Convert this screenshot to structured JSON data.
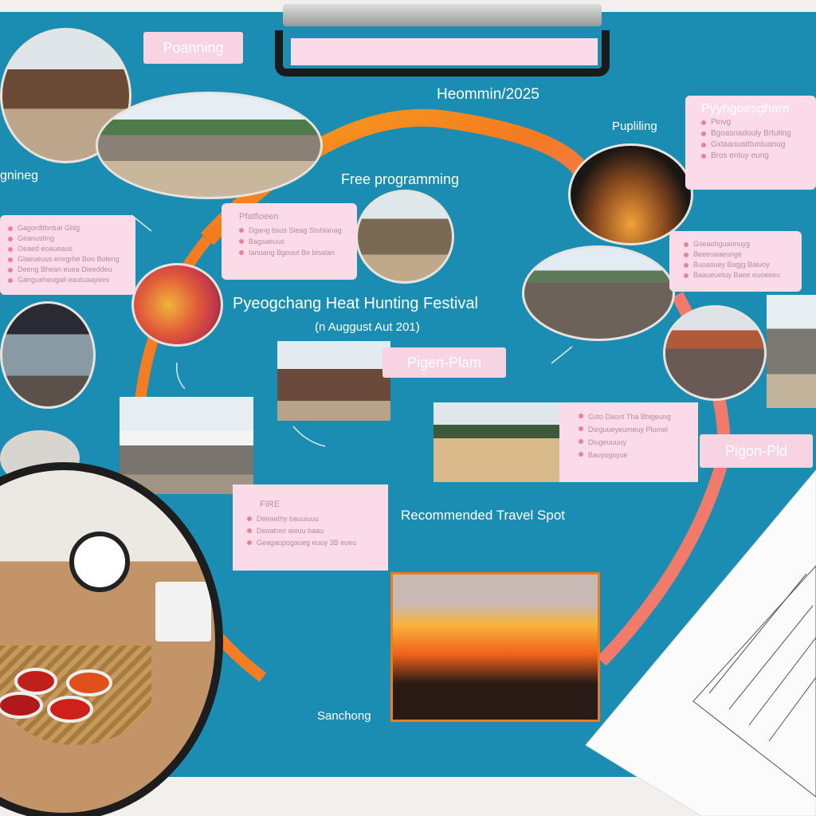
{
  "title": "Pyeogchang Heat Hunting Festival",
  "subtitle": "(n Auggust Aut 201)",
  "header_label": "Heommin/2025",
  "labels": {
    "poanning": "Poanning",
    "pupliling": "Pupliling",
    "free_programming": "Free programming",
    "gnineg": "gnineg",
    "recommended": "Recommended Travel Spot",
    "sanchong": "Sanchong",
    "pigen_plam": "Pigen-Plam",
    "pigon_pld": "Pigon-Pld"
  },
  "boxes": [
    {
      "title": "Pyyhgoesgham",
      "items": [
        "Pinvg",
        "Bgoasnadouly Brtuting",
        "Gxtaaouatttuntuanug",
        "Bros entuy eung"
      ]
    },
    {
      "title": "",
      "items": [
        "Gagonfitbntue Gblg",
        "Geanusting",
        "Oeaed eoaueaus",
        "Glaeueuus envgrhe Boo Boleng",
        "Deeng Bhean euea Dieeddeu",
        "Gangueheugall eautuaayees"
      ]
    },
    {
      "title": "Pfatfioeen",
      "items": [
        "Dgang bsus Sieag Stohlanag",
        "Bagsaeuus",
        "Ianuang Bgouut Be bisalan"
      ]
    },
    {
      "title": "",
      "items": [
        "Gseaohguaonuyg",
        "Beeeuaaeunge",
        "Buuasuey Bagjg Baluoy",
        "Baaueuetuy Baee euoeeeu"
      ]
    },
    {
      "title": "",
      "items": [
        "Gsto Daont Tha Bhigeung",
        "Dieguueyeumeuy Plumel",
        "Diugeuuuuy",
        "Bauyogsyue"
      ]
    },
    {
      "title": "FIRE",
      "items": [
        "Deeaethy bauuiuuu",
        "Deoatreo aieuu baau",
        "Geagaupogaueg euuy 3B eueu"
      ]
    }
  ],
  "colors": {
    "board": "#1b8db3",
    "pink": "#fadbe7",
    "arc_start": "#f7a21a",
    "arc_end": "#f27a6a"
  }
}
